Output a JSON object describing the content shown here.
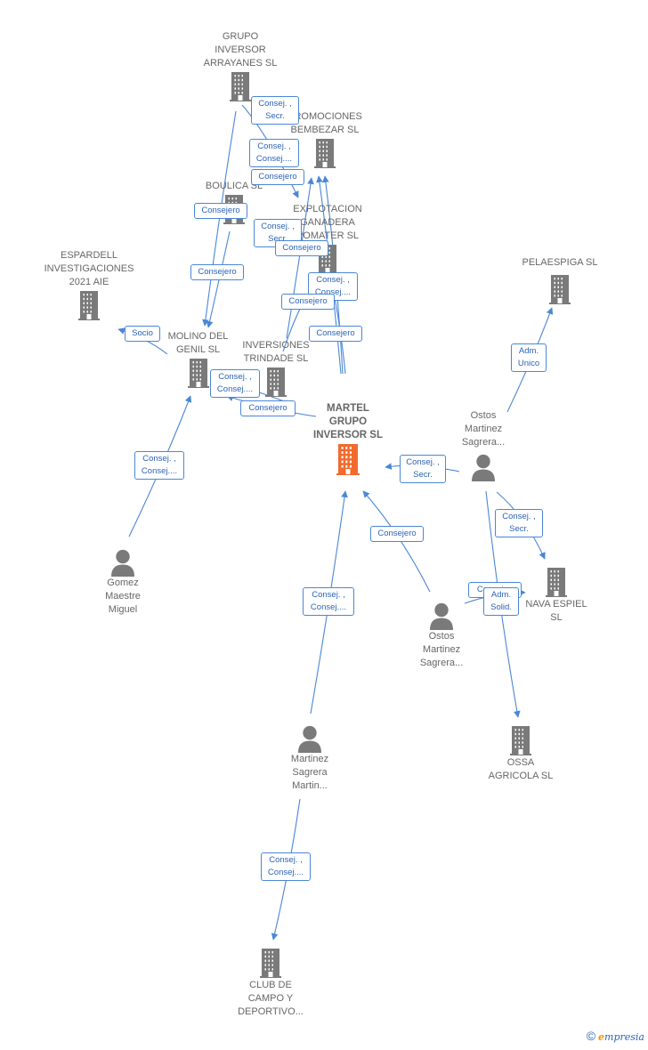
{
  "colors": {
    "edge": "#4a87d6",
    "node": "#7a7a7a",
    "focus": "#f26a2e",
    "label_border": "#4a87d6"
  },
  "nodes": {
    "grupo_inversor_arrayanes": {
      "label": "GRUPO\nINVERSOR\nARRAYANES  SL",
      "type": "company"
    },
    "promociones_bembezar": {
      "label": "PROMOCIONES\nBEMBEZAR SL",
      "type": "company"
    },
    "boulica": {
      "label": "BOULICA  SL",
      "type": "company"
    },
    "explotacion_ganadera": {
      "label": "EXPLOTACION\nGANADERA\nPOMATER SL",
      "type": "company"
    },
    "espardell": {
      "label": "ESPARDELL\nINVESTIGACIONES\n2021 AIE",
      "type": "company"
    },
    "molino_genil": {
      "label": "MOLINO DEL\nGENIL SL",
      "type": "company"
    },
    "inversiones_trindade": {
      "label": "INVERSIONES\nTRINDADE SL",
      "type": "company"
    },
    "martel": {
      "label": "MARTEL\nGRUPO\nINVERSOR  SL",
      "type": "focus"
    },
    "pelaespiga": {
      "label": "PELAESPIGA  SL",
      "type": "company"
    },
    "ostos_1": {
      "label": "Ostos\nMartinez\nSagrera...",
      "type": "person"
    },
    "gomez": {
      "label": "Gomez\nMaestre\nMiguel",
      "type": "person"
    },
    "nava_espiel": {
      "label": "NAVA ESPIEL\nSL",
      "type": "company"
    },
    "ostos_2": {
      "label": "Ostos\nMartinez\nSagrera...",
      "type": "person"
    },
    "ossa": {
      "label": "OSSA\nAGRICOLA  SL",
      "type": "company"
    },
    "martinez_sagrera": {
      "label": "Martinez\nSagrera\nMartin...",
      "type": "person"
    },
    "club_campo": {
      "label": "CLUB DE\nCAMPO Y\nDEPORTIVO...",
      "type": "company"
    }
  },
  "edge_labels": [
    {
      "id": "e1",
      "text": "Consej. ,\nSecr."
    },
    {
      "id": "e2",
      "text": "Consej. ,\nConsej...."
    },
    {
      "id": "e3",
      "text": "Consejero"
    },
    {
      "id": "e4",
      "text": "Consejero"
    },
    {
      "id": "e5",
      "text": "Consej. ,\nSecr."
    },
    {
      "id": "e6",
      "text": "Consejero"
    },
    {
      "id": "e7",
      "text": "Consejero"
    },
    {
      "id": "e8",
      "text": "Consej. ,\nConsej...."
    },
    {
      "id": "e9",
      "text": "Consejero"
    },
    {
      "id": "e10",
      "text": "Socio"
    },
    {
      "id": "e11",
      "text": "Consejero"
    },
    {
      "id": "e12",
      "text": "Consej. ,\nConsej...."
    },
    {
      "id": "e13",
      "text": "Consejero"
    },
    {
      "id": "e14",
      "text": "Adm.\nUnico"
    },
    {
      "id": "e15",
      "text": "Consej. ,\nSecr."
    },
    {
      "id": "e16",
      "text": "Consej. ,\nConsej...."
    },
    {
      "id": "e17",
      "text": "Consej. ,\nSecr."
    },
    {
      "id": "e18",
      "text": "Consejero"
    },
    {
      "id": "e19",
      "text": "Consej...."
    },
    {
      "id": "e20",
      "text": "Adm.\nSolid."
    },
    {
      "id": "e21",
      "text": "Consej. ,\nConsej...."
    },
    {
      "id": "e22",
      "text": "Consej. ,\nConsej...."
    }
  ],
  "brand": {
    "copyright": "©",
    "first": "e",
    "rest": "mpresia"
  }
}
